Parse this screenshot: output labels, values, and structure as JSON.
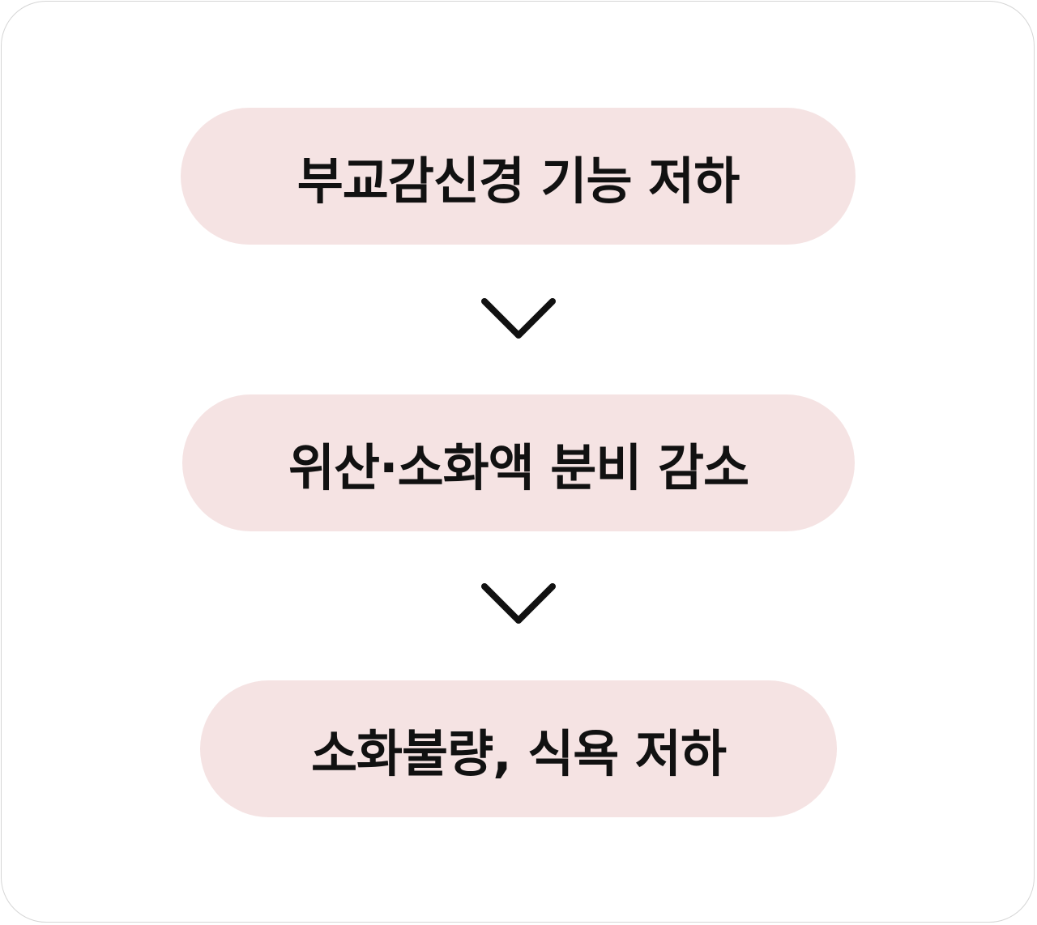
{
  "flow": {
    "steps": [
      {
        "label": "부교감신경 기능 저하"
      },
      {
        "label": "위산·소화액 분비 감소"
      },
      {
        "label": "소화불량, 식욕 저하"
      }
    ],
    "arrow_icon": "chevron-down-icon"
  },
  "colors": {
    "step_background": "#f5e3e3",
    "text": "#111111",
    "arrow": "#111111",
    "border": "#d6d6d6"
  }
}
